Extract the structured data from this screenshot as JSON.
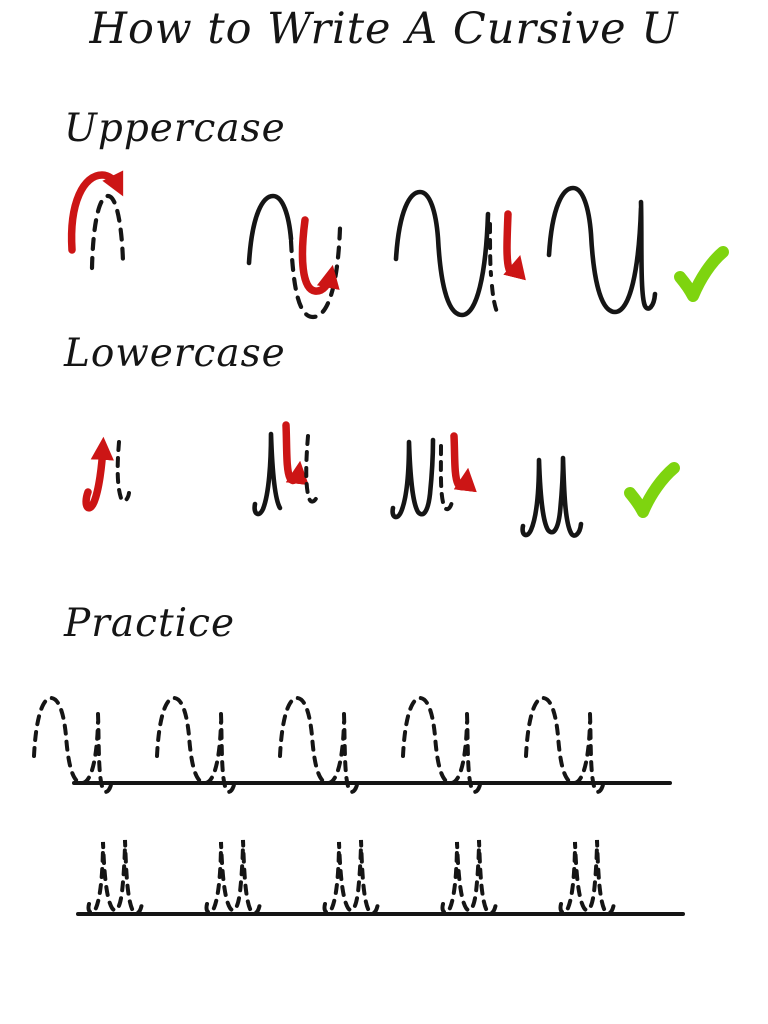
{
  "title": "How to Write A Cursive U",
  "colors": {
    "background": "#ffffff",
    "ink": "#151515",
    "arrow_red": "#cc1515",
    "check_green": "#7ed40f"
  },
  "sections": {
    "uppercase": {
      "label": "Uppercase",
      "step_count": 4,
      "steps": [
        {
          "step": 1,
          "guide": "dashed-arch",
          "arrow": "over-top-curving-right-down"
        },
        {
          "step": 2,
          "guide": "solid-arch-dashed-valley",
          "arrow": "down-valley-curving-up-right"
        },
        {
          "step": 3,
          "guide": "solid-arch-valley-dashed-descender",
          "arrow": "down-with-hook"
        },
        {
          "step": 4,
          "guide": "complete-solid-letter",
          "checkmark": true
        }
      ]
    },
    "lowercase": {
      "label": "Lowercase",
      "step_count": 4,
      "steps": [
        {
          "step": 1,
          "guide": "dashed-upstroke",
          "arrow": "curl-up"
        },
        {
          "step": 2,
          "guide": "solid-first-peak-dashed-second",
          "arrow": "down-with-hook"
        },
        {
          "step": 3,
          "guide": "solid-two-peaks-dashed-ending",
          "arrow": "down-with-hook"
        },
        {
          "step": 4,
          "guide": "complete-solid-letter",
          "checkmark": true
        }
      ]
    },
    "practice": {
      "label": "Practice",
      "lines": [
        {
          "style": "uppercase-trace",
          "repetitions": 5
        },
        {
          "style": "lowercase-trace",
          "repetitions": 5
        }
      ]
    }
  }
}
